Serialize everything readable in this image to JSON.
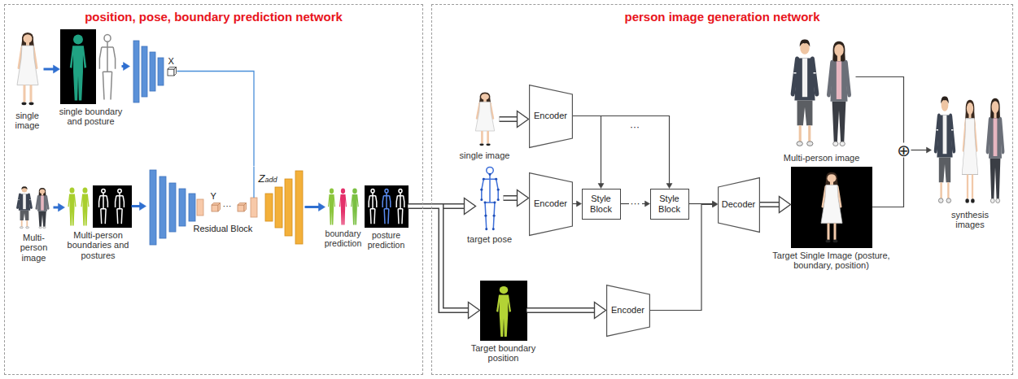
{
  "diagram": {
    "nodes": [
      {
        "text": [
          "position, pose, boundary prediction network"
        ]
      },
      {
        "text": [
          "person image generation network"
        ]
      },
      {
        "text": [
          "single image"
        ],
        "in": 0
      },
      {
        "text": [
          "single boundary and posture"
        ],
        "in": 0
      },
      {
        "text": [
          "X"
        ],
        "in": 0
      },
      {
        "text": [
          "Multi-person image"
        ],
        "in": 0
      },
      {
        "text": [
          "Multi-person boundaries and postures"
        ],
        "in": 0
      },
      {
        "text": [
          "Y",
          "···",
          "Residual Block",
          "Zadd"
        ],
        "in": 0
      },
      {
        "text": [
          "boundary prediction"
        ],
        "in": 0
      },
      {
        "text": [
          "posture prediction"
        ],
        "in": 0
      },
      {
        "text": [
          "single image"
        ],
        "in": 1
      },
      {
        "text": [
          "Encoder"
        ],
        "in": 1
      },
      {
        "text": [
          "target pose"
        ],
        "in": 1
      },
      {
        "text": [
          "Encoder"
        ],
        "in": 1
      },
      {
        "text": [
          "Style Block"
        ],
        "in": 1
      },
      {
        "text": [
          "Style Block"
        ],
        "in": 1
      },
      {
        "text": [
          "Decoder"
        ],
        "in": 1
      },
      {
        "text": [
          "Target boundary position"
        ],
        "in": 1
      },
      {
        "text": [
          "Encoder"
        ],
        "in": 1
      },
      {
        "text": [
          "Multi-person image"
        ],
        "in": 1
      },
      {
        "text": [
          "Target Single Image (posture, boundary, position)"
        ],
        "in": 1
      },
      {
        "text": [
          "⊕"
        ],
        "in": 1
      },
      {
        "text": [
          "synthesis images"
        ],
        "in": 1
      }
    ],
    "edges": [
      {
        "from": 2,
        "to": 3,
        "arrow": "to"
      },
      {
        "from": 3,
        "to": 4,
        "arrow": "to"
      },
      {
        "from": 4,
        "to": 7,
        "arrow": "none"
      },
      {
        "from": 5,
        "to": 6,
        "arrow": "to"
      },
      {
        "from": 6,
        "to": 7,
        "arrow": "to"
      },
      {
        "from": 7,
        "to": 8,
        "arrow": "to"
      },
      {
        "from": 9,
        "to": 12,
        "arrow": "to"
      },
      {
        "from": 9,
        "to": 17,
        "arrow": "to"
      },
      {
        "from": 10,
        "to": 11,
        "arrow": "to"
      },
      {
        "from": 12,
        "to": 13,
        "arrow": "to"
      },
      {
        "from": 11,
        "to": 14,
        "arrow": "to"
      },
      {
        "from": 11,
        "to": 15,
        "arrow": "to"
      },
      {
        "from": 13,
        "to": 14,
        "arrow": "to"
      },
      {
        "from": 14,
        "to": 15,
        "label": "···",
        "arrow": "to"
      },
      {
        "from": 15,
        "to": 16,
        "arrow": "to"
      },
      {
        "from": 17,
        "to": 18,
        "arrow": "to"
      },
      {
        "from": 18,
        "to": 16,
        "arrow": "to"
      },
      {
        "from": 16,
        "to": 20,
        "arrow": "to"
      },
      {
        "from": 19,
        "to": 21,
        "arrow": "none"
      },
      {
        "from": 20,
        "to": 21,
        "arrow": "none"
      },
      {
        "from": 21,
        "to": 22,
        "arrow": "to"
      }
    ],
    "labels": [
      "···"
    ]
  }
}
